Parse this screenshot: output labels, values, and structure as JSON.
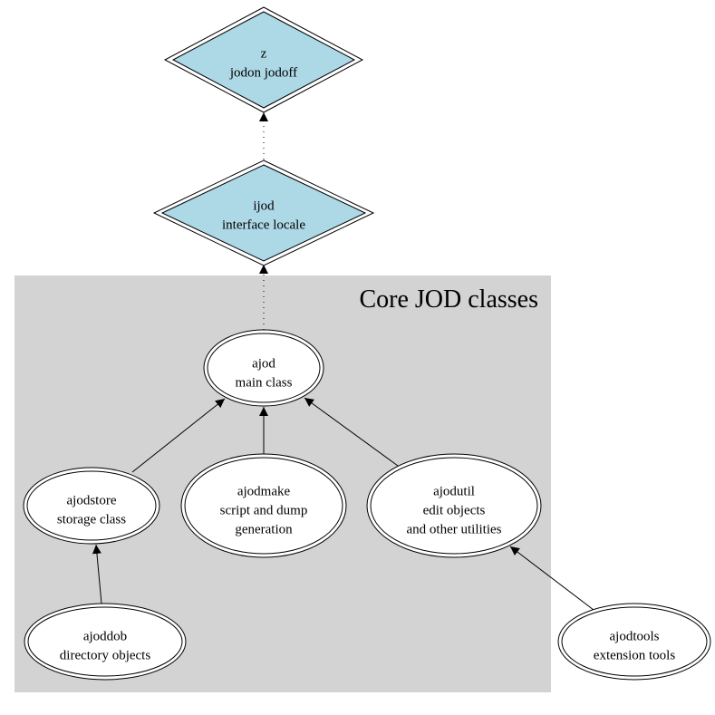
{
  "colors": {
    "background": "#ffffff",
    "cluster_fill": "#d3d3d3",
    "diamond_fill": "#add8e6",
    "ellipse_fill": "#ffffff",
    "stroke": "#000000"
  },
  "cluster": {
    "title": "Core JOD classes"
  },
  "nodes": {
    "z": {
      "shape": "double-diamond",
      "lines": [
        "z",
        "jodon jodoff"
      ]
    },
    "ijod": {
      "shape": "double-diamond",
      "lines": [
        "ijod",
        "interface locale"
      ]
    },
    "ajod": {
      "shape": "double-ellipse",
      "lines": [
        "ajod",
        "main class"
      ]
    },
    "ajodstore": {
      "shape": "double-ellipse",
      "lines": [
        "ajodstore",
        "storage class"
      ]
    },
    "ajodmake": {
      "shape": "double-ellipse",
      "lines": [
        "ajodmake",
        "script and dump",
        "generation"
      ]
    },
    "ajodutil": {
      "shape": "double-ellipse",
      "lines": [
        "ajodutil",
        "edit objects",
        "and other utilities"
      ]
    },
    "ajoddob": {
      "shape": "double-ellipse",
      "lines": [
        "ajoddob",
        "directory objects"
      ]
    },
    "ajodtools": {
      "shape": "double-ellipse",
      "lines": [
        "ajodtools",
        "extension tools"
      ]
    }
  },
  "edges": [
    {
      "from": "ijod",
      "to": "z",
      "style": "dotted"
    },
    {
      "from": "ajod",
      "to": "ijod",
      "style": "dotted"
    },
    {
      "from": "ajodstore",
      "to": "ajod",
      "style": "solid"
    },
    {
      "from": "ajodmake",
      "to": "ajod",
      "style": "solid"
    },
    {
      "from": "ajodutil",
      "to": "ajod",
      "style": "solid"
    },
    {
      "from": "ajoddob",
      "to": "ajodstore",
      "style": "solid"
    },
    {
      "from": "ajodtools",
      "to": "ajodutil",
      "style": "solid"
    }
  ]
}
